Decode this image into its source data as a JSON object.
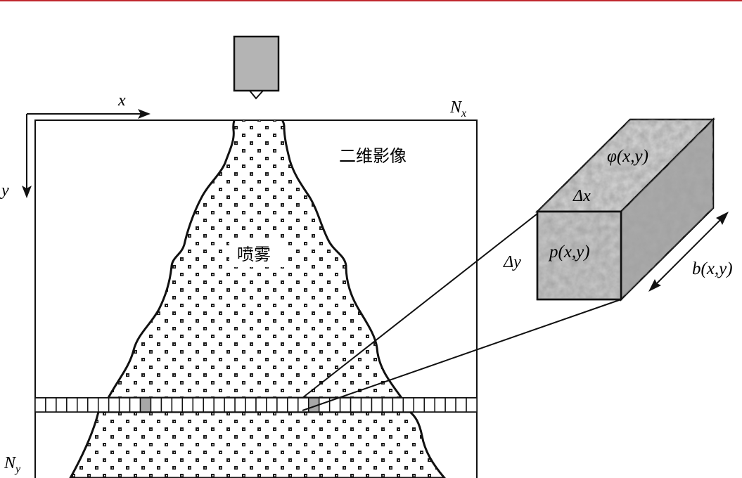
{
  "colors": {
    "top_rule": "#c0282d",
    "stroke": "#111111",
    "nozzle_fill": "#b4b4b4",
    "highlight_cell": "#a8a8a8",
    "droplet": "#1a1a1a",
    "box_texture": "#c9c9c9"
  },
  "labels": {
    "x_axis": "x",
    "y_axis": "y",
    "nx": "N",
    "nx_sub": "x",
    "ny": "N",
    "ny_sub": "y",
    "image_2d": "二维影像",
    "spray": "喷雾",
    "phi": "φ(x,y)",
    "delta_x": "Δx",
    "delta_y": "Δy",
    "p": "p(x,y)",
    "b": "b(x,y)"
  },
  "strip": {
    "highlighted_cells": [
      10,
      26
    ]
  },
  "icons": [
    "nozzle-icon",
    "arrow-x-icon",
    "arrow-y-icon",
    "double-arrow-icon"
  ]
}
